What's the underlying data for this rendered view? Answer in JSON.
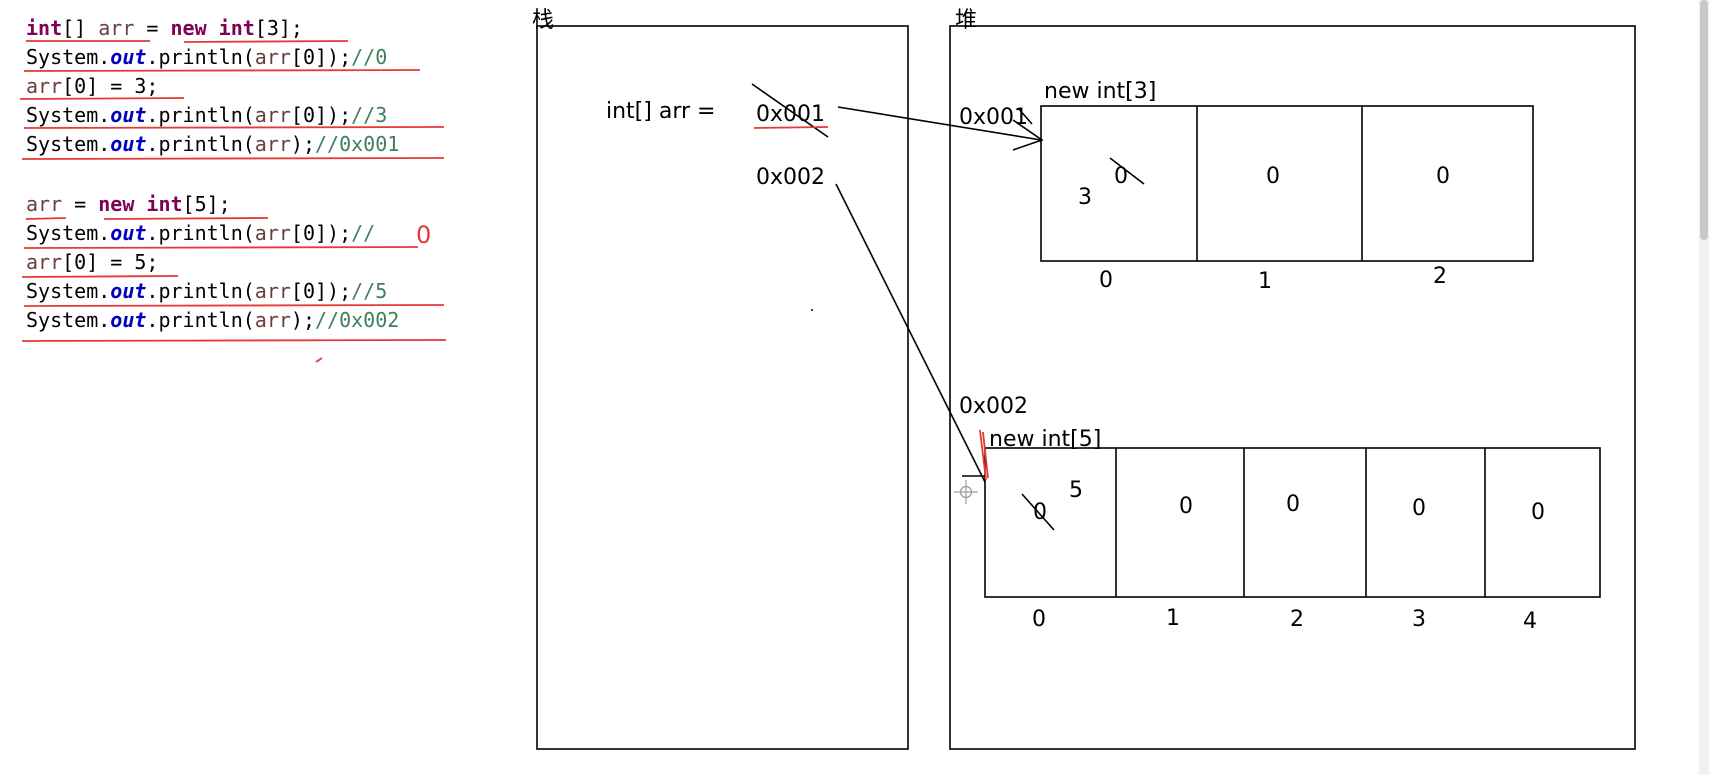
{
  "code": {
    "lines": [
      {
        "tokens": [
          {
            "t": "int",
            "c": "kw"
          },
          {
            "t": "[] ",
            "c": "plain"
          },
          {
            "t": "arr",
            "c": "var"
          },
          {
            "t": " = ",
            "c": "plain"
          },
          {
            "t": "new",
            "c": "kw"
          },
          {
            "t": " ",
            "c": "plain"
          },
          {
            "t": "int",
            "c": "kw"
          },
          {
            "t": "[3];",
            "c": "plain"
          }
        ]
      },
      {
        "tokens": [
          {
            "t": "System.",
            "c": "plain"
          },
          {
            "t": "out",
            "c": "fld"
          },
          {
            "t": ".println(",
            "c": "plain"
          },
          {
            "t": "arr",
            "c": "var"
          },
          {
            "t": "[0]);",
            "c": "plain"
          },
          {
            "t": "//0",
            "c": "cmt"
          }
        ]
      },
      {
        "tokens": [
          {
            "t": "arr",
            "c": "var"
          },
          {
            "t": "[0] = 3;",
            "c": "plain"
          }
        ]
      },
      {
        "tokens": [
          {
            "t": "System.",
            "c": "plain"
          },
          {
            "t": "out",
            "c": "fld"
          },
          {
            "t": ".println(",
            "c": "plain"
          },
          {
            "t": "arr",
            "c": "var"
          },
          {
            "t": "[0]);",
            "c": "plain"
          },
          {
            "t": "//3",
            "c": "cmt"
          }
        ]
      },
      {
        "tokens": [
          {
            "t": "System.",
            "c": "plain"
          },
          {
            "t": "out",
            "c": "fld"
          },
          {
            "t": ".println(",
            "c": "plain"
          },
          {
            "t": "arr",
            "c": "var"
          },
          {
            "t": ");",
            "c": "plain"
          },
          {
            "t": "//0x001",
            "c": "cmt"
          }
        ]
      },
      {
        "tokens": [
          {
            "t": "arr",
            "c": "var"
          },
          {
            "t": " = ",
            "c": "plain"
          },
          {
            "t": "new",
            "c": "kw"
          },
          {
            "t": " ",
            "c": "plain"
          },
          {
            "t": "int",
            "c": "kw"
          },
          {
            "t": "[5];",
            "c": "plain"
          }
        ]
      },
      {
        "tokens": [
          {
            "t": "System.",
            "c": "plain"
          },
          {
            "t": "out",
            "c": "fld"
          },
          {
            "t": ".println(",
            "c": "plain"
          },
          {
            "t": "arr",
            "c": "var"
          },
          {
            "t": "[0]);",
            "c": "plain"
          },
          {
            "t": "//",
            "c": "cmt"
          }
        ]
      },
      {
        "tokens": [
          {
            "t": "arr",
            "c": "var"
          },
          {
            "t": "[0] = 5;",
            "c": "plain"
          }
        ]
      },
      {
        "tokens": [
          {
            "t": "System.",
            "c": "plain"
          },
          {
            "t": "out",
            "c": "fld"
          },
          {
            "t": ".println(",
            "c": "plain"
          },
          {
            "t": "arr",
            "c": "var"
          },
          {
            "t": "[0]);",
            "c": "plain"
          },
          {
            "t": "//5",
            "c": "cmt"
          }
        ]
      },
      {
        "tokens": [
          {
            "t": "System.",
            "c": "plain"
          },
          {
            "t": "out",
            "c": "fld"
          },
          {
            "t": ".println(",
            "c": "plain"
          },
          {
            "t": "arr",
            "c": "var"
          },
          {
            "t": ");",
            "c": "plain"
          },
          {
            "t": "//0x002",
            "c": "cmt"
          }
        ]
      }
    ],
    "handwritten_result": "0",
    "colors": {
      "keyword": "#7f0055",
      "field": "#0000c0",
      "variable": "#6a3e3e",
      "comment": "#3f7f5f",
      "annotation": "#e53935"
    }
  },
  "stack": {
    "label": "栈",
    "var_label": "int[]  arr  =",
    "old_address": "0x001",
    "new_address": "0x002"
  },
  "heap": {
    "label": "堆",
    "array1": {
      "address": "0x001",
      "label": "new int[3]",
      "values": [
        "0",
        "0",
        "0"
      ],
      "indices": [
        "0",
        "1",
        "2"
      ],
      "overwrite_value": "3"
    },
    "array2": {
      "address": "0x002",
      "label": "new int[5]",
      "values": [
        "0",
        "0",
        "0",
        "0",
        "0"
      ],
      "indices": [
        "0",
        "1",
        "2",
        "3",
        "4"
      ],
      "overwrite_value": "5"
    }
  }
}
